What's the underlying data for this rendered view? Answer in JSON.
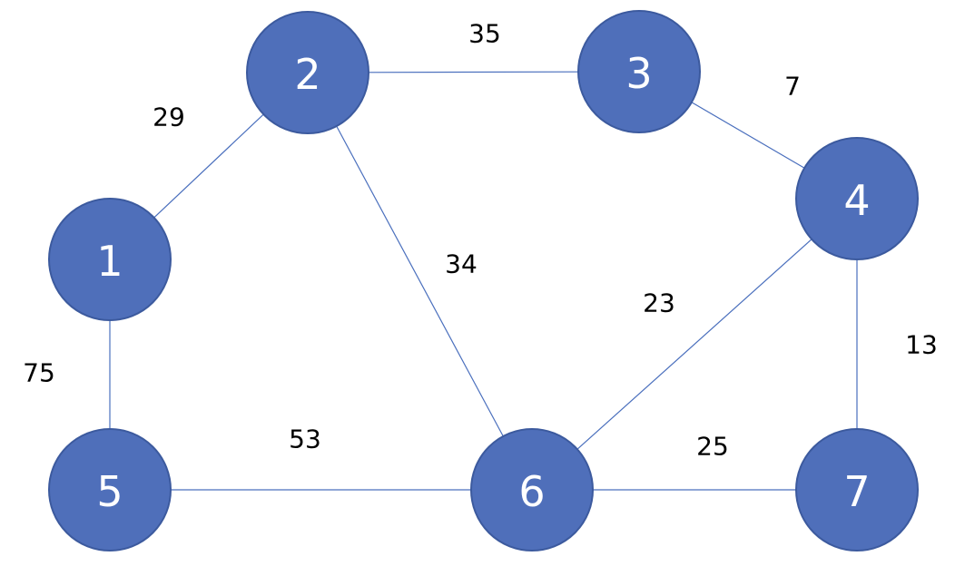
{
  "colors": {
    "node_fill": "#4f6fba",
    "node_border": "#3c5a9e",
    "edge": "#4a6fbd",
    "node_text": "#ffffff",
    "weight_text": "#000000"
  },
  "nodes": [
    {
      "id": "1",
      "label": "1"
    },
    {
      "id": "2",
      "label": "2"
    },
    {
      "id": "3",
      "label": "3"
    },
    {
      "id": "4",
      "label": "4"
    },
    {
      "id": "5",
      "label": "5"
    },
    {
      "id": "6",
      "label": "6"
    },
    {
      "id": "7",
      "label": "7"
    }
  ],
  "edges": [
    {
      "from": "1",
      "to": "2",
      "weight": "29"
    },
    {
      "from": "2",
      "to": "3",
      "weight": "35"
    },
    {
      "from": "3",
      "to": "4",
      "weight": "7"
    },
    {
      "from": "2",
      "to": "6",
      "weight": "34"
    },
    {
      "from": "4",
      "to": "6",
      "weight": "23"
    },
    {
      "from": "4",
      "to": "7",
      "weight": "13"
    },
    {
      "from": "1",
      "to": "5",
      "weight": "75"
    },
    {
      "from": "5",
      "to": "6",
      "weight": "53"
    },
    {
      "from": "6",
      "to": "7",
      "weight": "25"
    }
  ]
}
